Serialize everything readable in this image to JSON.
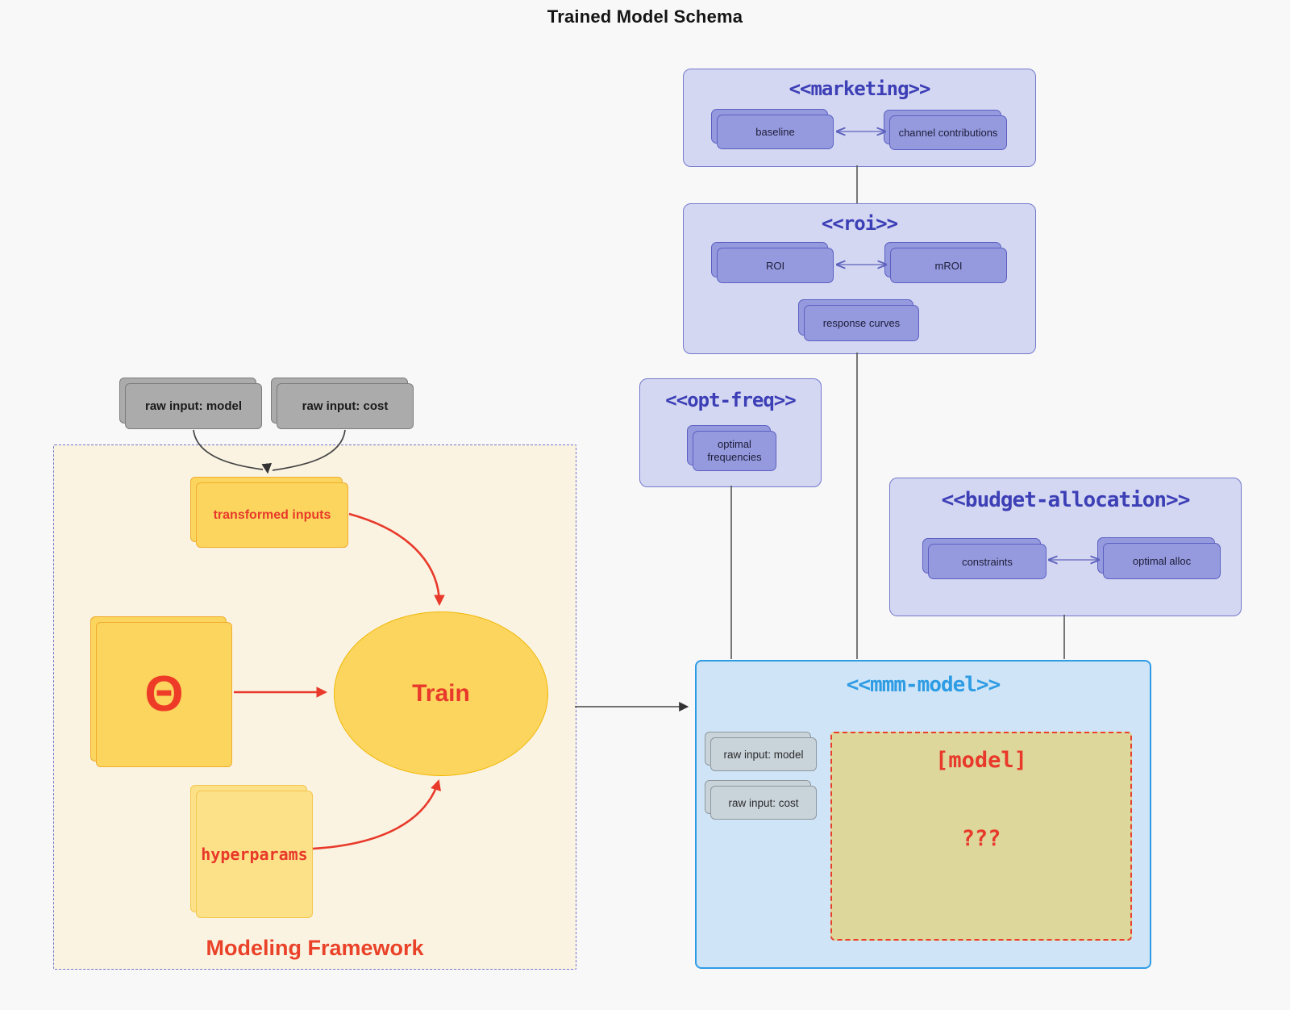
{
  "title": "Trained Model Schema",
  "packages": {
    "marketing": {
      "title": "<<marketing>>",
      "cards": [
        "baseline",
        "channel contributions"
      ]
    },
    "roi": {
      "title": "<<roi>>",
      "cards": [
        "ROI",
        "mROI"
      ],
      "extra": "response curves"
    },
    "opt_freq": {
      "title": "<<opt-freq>>",
      "card": "optimal frequencies"
    },
    "budget": {
      "title": "<<budget-allocation>>",
      "cards": [
        "constraints",
        "optimal alloc"
      ]
    },
    "mmm": {
      "title": "<<mmm-model>>",
      "inputs": [
        "raw input: model",
        "raw input: cost"
      ],
      "model_label": "[model]",
      "model_placeholder": "???"
    }
  },
  "raw_inputs": [
    "raw input: model",
    "raw input: cost"
  ],
  "framework": {
    "label": "Modeling Framework",
    "transformed_inputs": "transformed inputs",
    "theta": "Θ",
    "train": "Train",
    "hyperparams": "hyperparams"
  },
  "colors": {
    "package_fill": "#d4d7f2",
    "package_border": "#7479cc",
    "package_title": "#3c3fb5",
    "card_fill": "#959ade",
    "card_border": "#5b60c2",
    "mmm_fill": "#cfe4f6",
    "mmm_border": "#2e9ce4",
    "mmm_title": "#2e9ce4",
    "model_box_fill": "#ddd79c",
    "model_box_border": "#e8402a",
    "framework_fill": "#faf3e2",
    "framework_border": "#7377cc",
    "accent_red": "#e8392a",
    "yellow_fill": "#fbd55e",
    "yellow_border": "#f0ac2d",
    "hyperparams_fill": "#fce189",
    "hyperparams_border": "#f4c64d",
    "gray_card_fill": "#ababab",
    "gray_card_border": "#7d7d7d",
    "input_card_fill": "#c9d3da",
    "input_card_border": "#90979e"
  }
}
